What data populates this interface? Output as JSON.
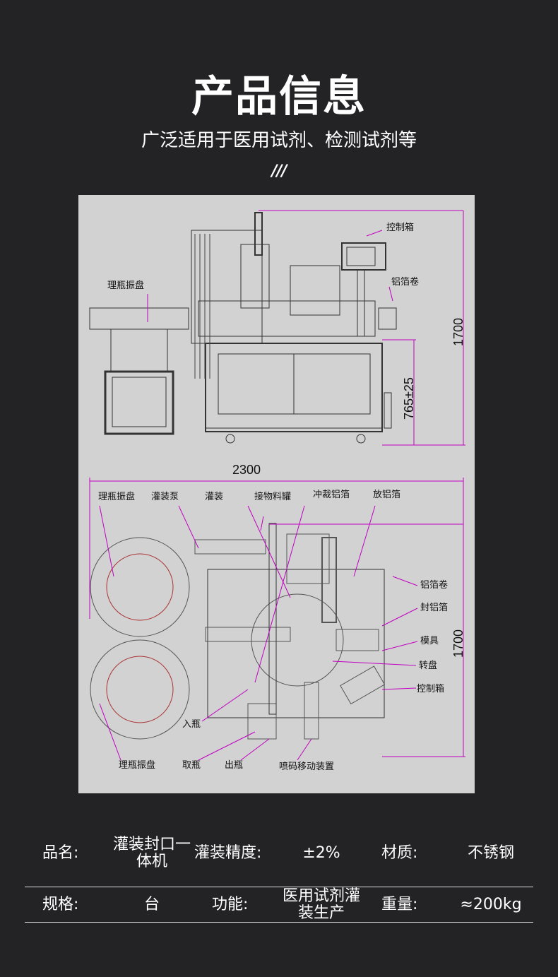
{
  "header": {
    "title": "产品信息",
    "subtitle": "广泛适用于医用试剂、检测试剂等",
    "divider": "///"
  },
  "drawing": {
    "front_view": {
      "labels": {
        "control_box": "控制箱",
        "foil_roll": "铝箔卷",
        "bottle_sorter": "理瓶振盘"
      },
      "dims": {
        "height": "1700",
        "table_height": "765±25",
        "width": "2300"
      }
    },
    "top_view": {
      "labels": {
        "bottle_sorter_1": "理瓶振盘",
        "filling_pump": "灌装泵",
        "filling": "灌装",
        "receiving_tank": "接物料罐",
        "punch_foil": "冲裁铝箔",
        "feed_foil": "放铝箔",
        "foil_roll": "铝箔卷",
        "seal_foil": "封铝箔",
        "mold": "模具",
        "turntable": "转盘",
        "control_box": "控制箱",
        "bottle_in": "入瓶",
        "bottle_sorter_2": "理瓶振盘",
        "take_bottle": "取瓶",
        "bottle_out": "出瓶",
        "coding_device": "喷码移动装置"
      },
      "dims": {
        "depth": "1700"
      }
    },
    "accent_color": "#c000c0"
  },
  "specs": {
    "rows": [
      [
        {
          "label": "品名:",
          "value": "灌装封口一体机"
        },
        {
          "label": "灌装精度:",
          "value": "±2%"
        },
        {
          "label": "材质:",
          "value": "不锈钢"
        }
      ],
      [
        {
          "label": "规格:",
          "value": "台"
        },
        {
          "label": "功能:",
          "value": "医用试剂灌装生产"
        },
        {
          "label": "重量:",
          "value": "≈200kg"
        }
      ]
    ]
  }
}
